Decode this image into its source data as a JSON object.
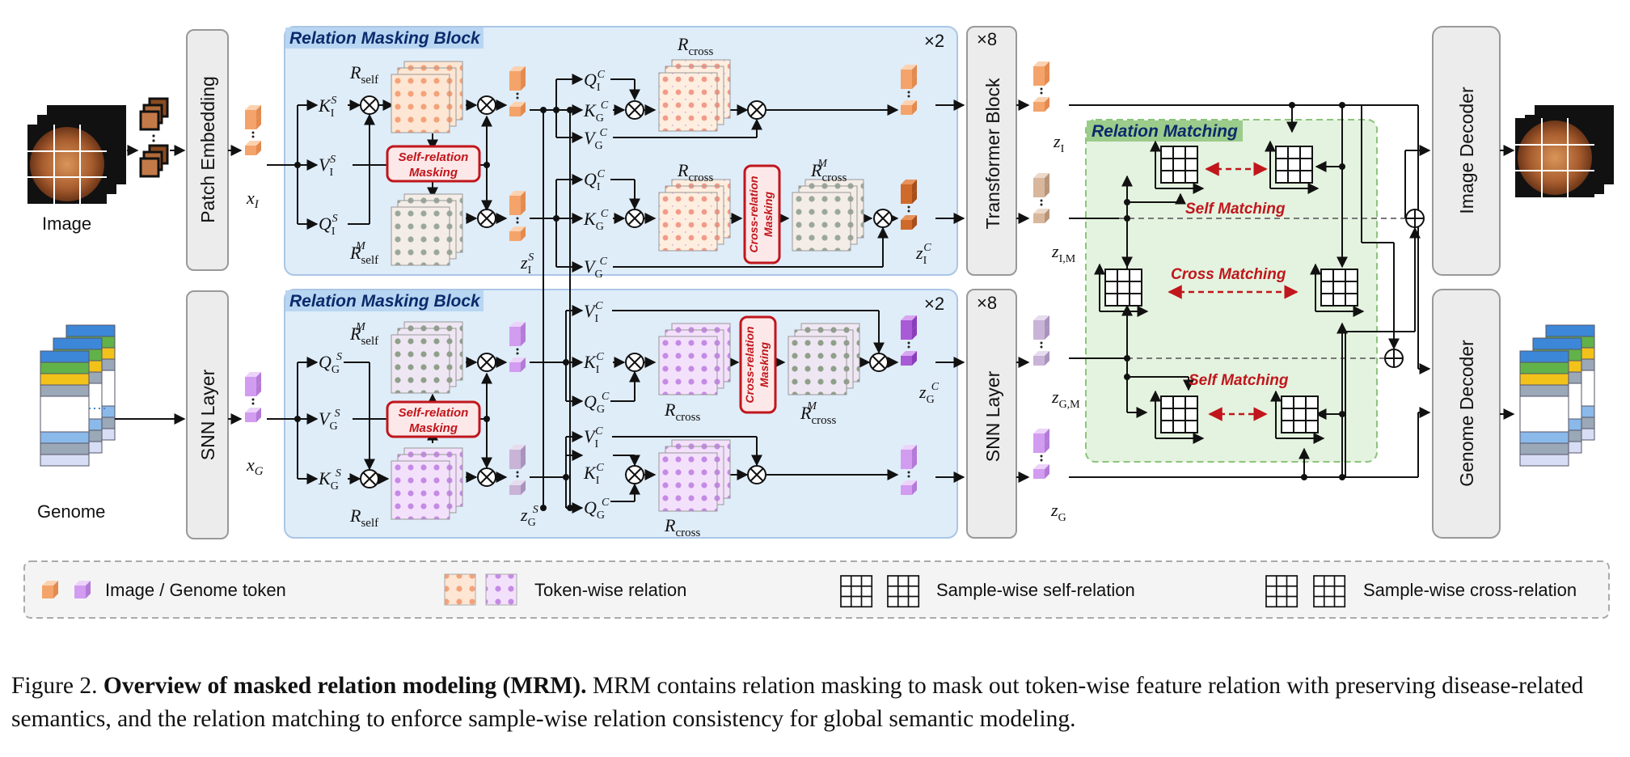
{
  "blocks": {
    "relation_masking_top": "Relation Masking Block",
    "relation_masking_bottom": "Relation Masking Block",
    "relation_matching": "Relation Matching",
    "repeat_x2": "×2",
    "repeat_x8": "×8"
  },
  "modules": {
    "patch_embedding": "Patch Embedding",
    "snn_layer_left": "SNN Layer",
    "transformer_block": "Transformer Block",
    "snn_layer_right": "SNN Layer",
    "image_decoder": "Image Decoder",
    "genome_decoder": "Genome Decoder"
  },
  "inputs": {
    "image": "Image",
    "genome": "Genome"
  },
  "masking": {
    "self_relation_line1": "Self-relation",
    "self_relation_line2": "Masking",
    "cross_relation_line1": "Cross-relation",
    "cross_relation_line2": "Masking"
  },
  "matching": {
    "self_matching": "Self Matching",
    "cross_matching": "Cross Matching"
  },
  "symbols": {
    "x_I": "x",
    "x_I_sub": "I",
    "x_G": "x",
    "x_G_sub": "G",
    "R_self": "R",
    "R_self_sub": "self",
    "R_self_M_sup": "M",
    "R_cross": "R",
    "R_cross_sub": "cross",
    "R_cross_M_sup": "M",
    "z": "z",
    "sub_I": "I",
    "sub_G": "G",
    "sub_IM": "I,M",
    "sub_GM": "G,M",
    "sup_S": "S",
    "sup_C": "C",
    "K": "K",
    "V": "V",
    "Q": "Q"
  },
  "legend": {
    "token": "Image / Genome token",
    "token_relation": "Token-wise relation",
    "sample_self": "Sample-wise self-relation",
    "sample_cross": "Sample-wise cross-relation"
  },
  "caption": {
    "label": "Figure 2.",
    "title": "Overview of masked relation modeling (MRM).",
    "body": " MRM contains relation masking to mask out token-wise feature relation with preserving disease-related semantics, and the relation matching to enforce sample-wise relation consistency for global semantic modeling."
  },
  "colors": {
    "image_token": "#f0a868",
    "genome_token": "#c890e8",
    "masking_red": "#c0161c",
    "block_bg": "#dfedf9",
    "matching_bg": "#e4f3df",
    "matching_title": "#9ccc8c"
  }
}
